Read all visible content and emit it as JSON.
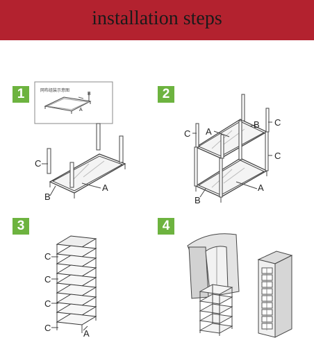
{
  "header": {
    "title": "installation steps",
    "color": "#b3222f"
  },
  "steps": [
    {
      "number": "1",
      "inset_note": "网布组装示意图",
      "inset_labels": [
        "B",
        "A"
      ],
      "labels": [
        "C",
        "B",
        "A"
      ]
    },
    {
      "number": "2",
      "labels": [
        "C",
        "A",
        "B",
        "C",
        "C",
        "B",
        "A"
      ]
    },
    {
      "number": "3",
      "labels": [
        "C",
        "C",
        "C",
        "C",
        "A"
      ]
    },
    {
      "number": "4"
    }
  ],
  "badge_color": "#6db33f"
}
